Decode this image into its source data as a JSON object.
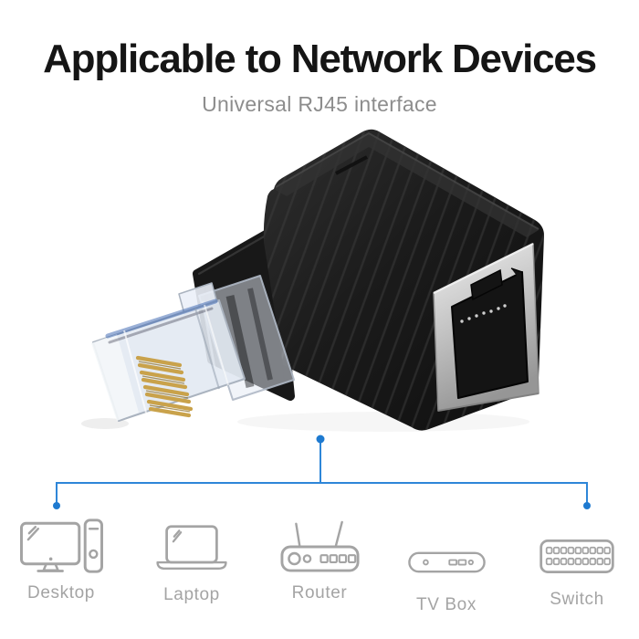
{
  "header": {
    "title": "Applicable to Network Devices",
    "subtitle": "Universal RJ45 interface"
  },
  "product": {
    "description": "Black 90-degree right-angle RJ45 adapter: clear crystal male plug with gold contacts on the left, shielded metal female RJ45 port on the right"
  },
  "devices": [
    {
      "label": "Desktop",
      "icon": "desktop-icon"
    },
    {
      "label": "Laptop",
      "icon": "laptop-icon"
    },
    {
      "label": "Router",
      "icon": "router-icon"
    },
    {
      "label": "TV Box",
      "icon": "tv-box-icon"
    },
    {
      "label": "Switch",
      "icon": "switch-icon"
    }
  ],
  "colors": {
    "accent_blue": "#2e86d8",
    "dot_blue": "#1e7ad0",
    "title_black": "#151515",
    "subtitle_gray": "#8d8d8d",
    "icon_gray": "#a4a4a4",
    "label_gray": "#a4a4a4",
    "plug_gold": "#c9a24b",
    "bezel_silver": "#c8c8c8"
  }
}
